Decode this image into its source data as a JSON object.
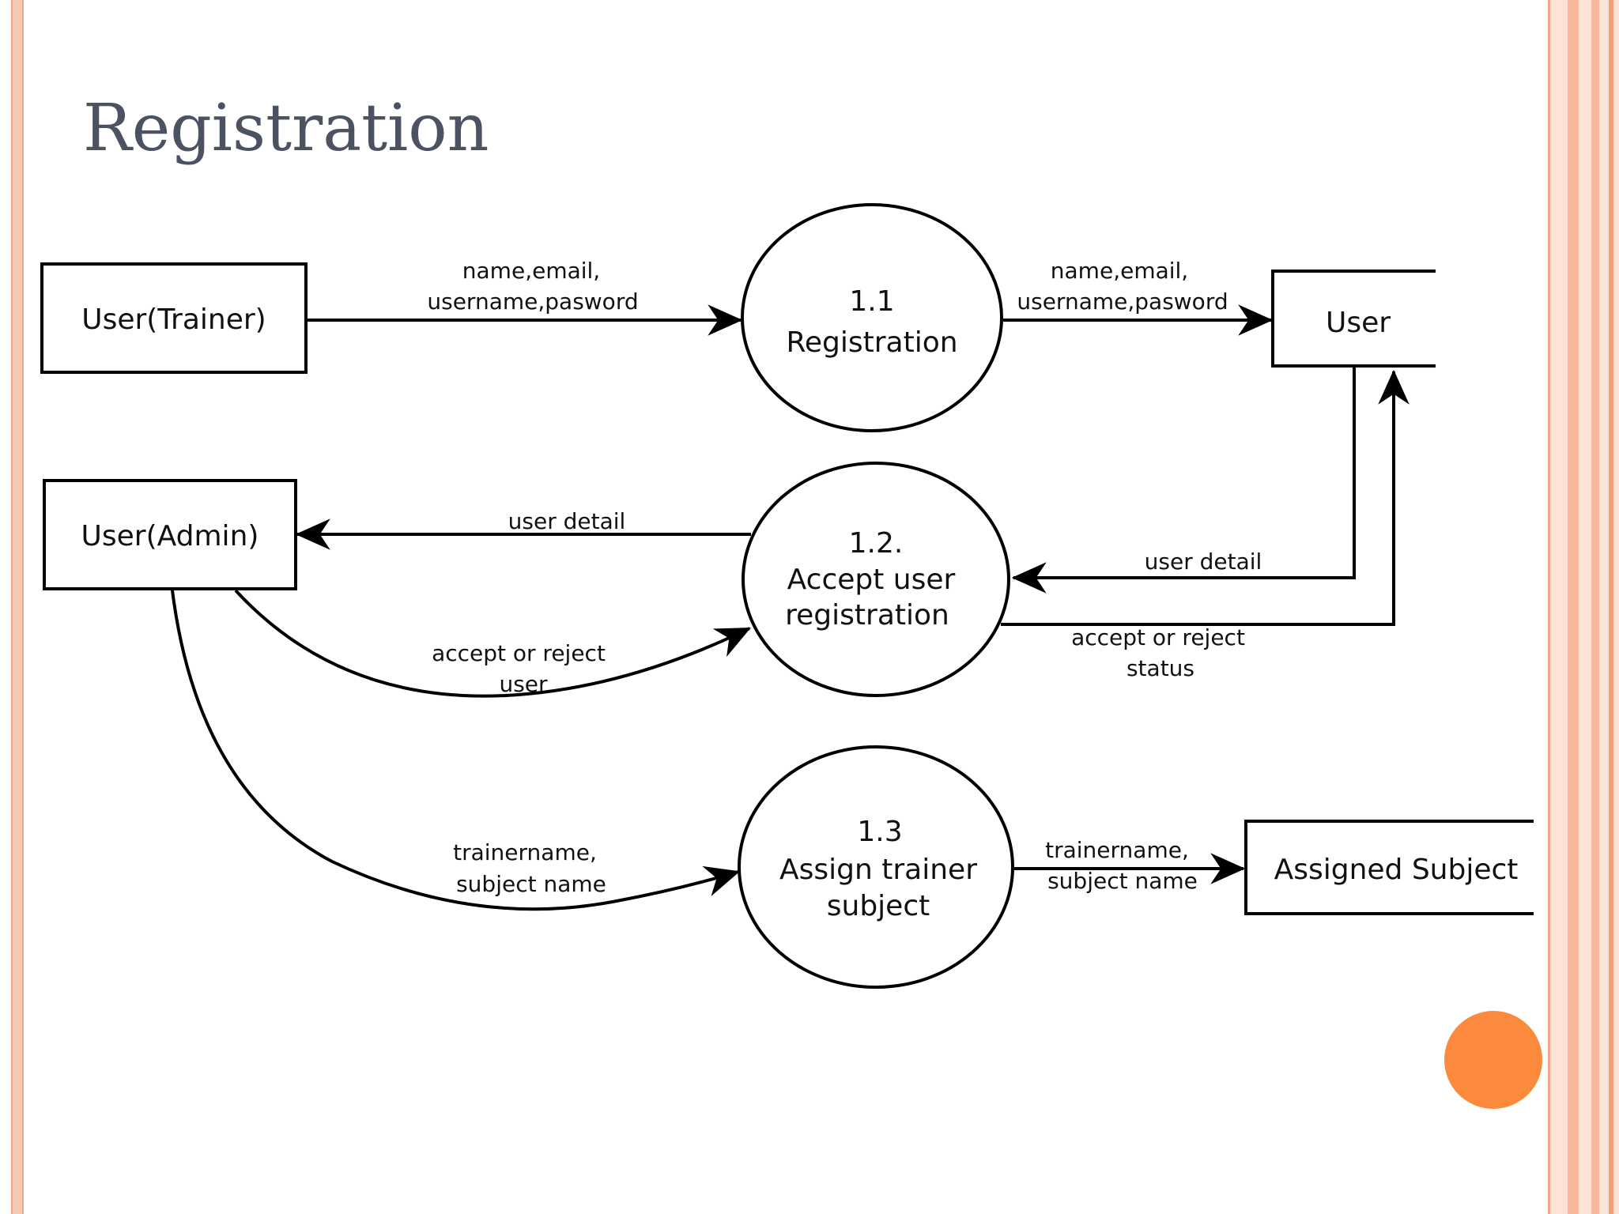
{
  "slide": {
    "title": "Registration",
    "colors": {
      "frame": "#f7b89c",
      "accent_dot": "#fb8a3c",
      "title": "#4b5261"
    }
  },
  "diagram": {
    "entities": {
      "user_trainer": "User(Trainer)",
      "user_admin": "User(Admin)",
      "user_store": "User",
      "assigned_subject": "Assigned Subject"
    },
    "processes": {
      "p1": {
        "id": "1.1",
        "name": "Registration"
      },
      "p2": {
        "id": "1.2.",
        "line1": "Accept user",
        "line2": "registration"
      },
      "p3": {
        "id": "1.3",
        "line1": "Assign trainer",
        "line2": "subject"
      }
    },
    "flows": {
      "f1": {
        "line1": "name,email,",
        "line2": "username,pasword"
      },
      "f2": {
        "line1": "name,email,",
        "line2": "username,pasword"
      },
      "f3": "user detail",
      "f4": "user detail",
      "f5": {
        "line1": "accept or reject",
        "line2": "user"
      },
      "f6": {
        "line1": "accept or reject",
        "line2": "status"
      },
      "f7": {
        "line1": "trainername,",
        "line2": "subject name"
      },
      "f8": {
        "line1": "trainername,",
        "line2": "subject name"
      }
    }
  }
}
